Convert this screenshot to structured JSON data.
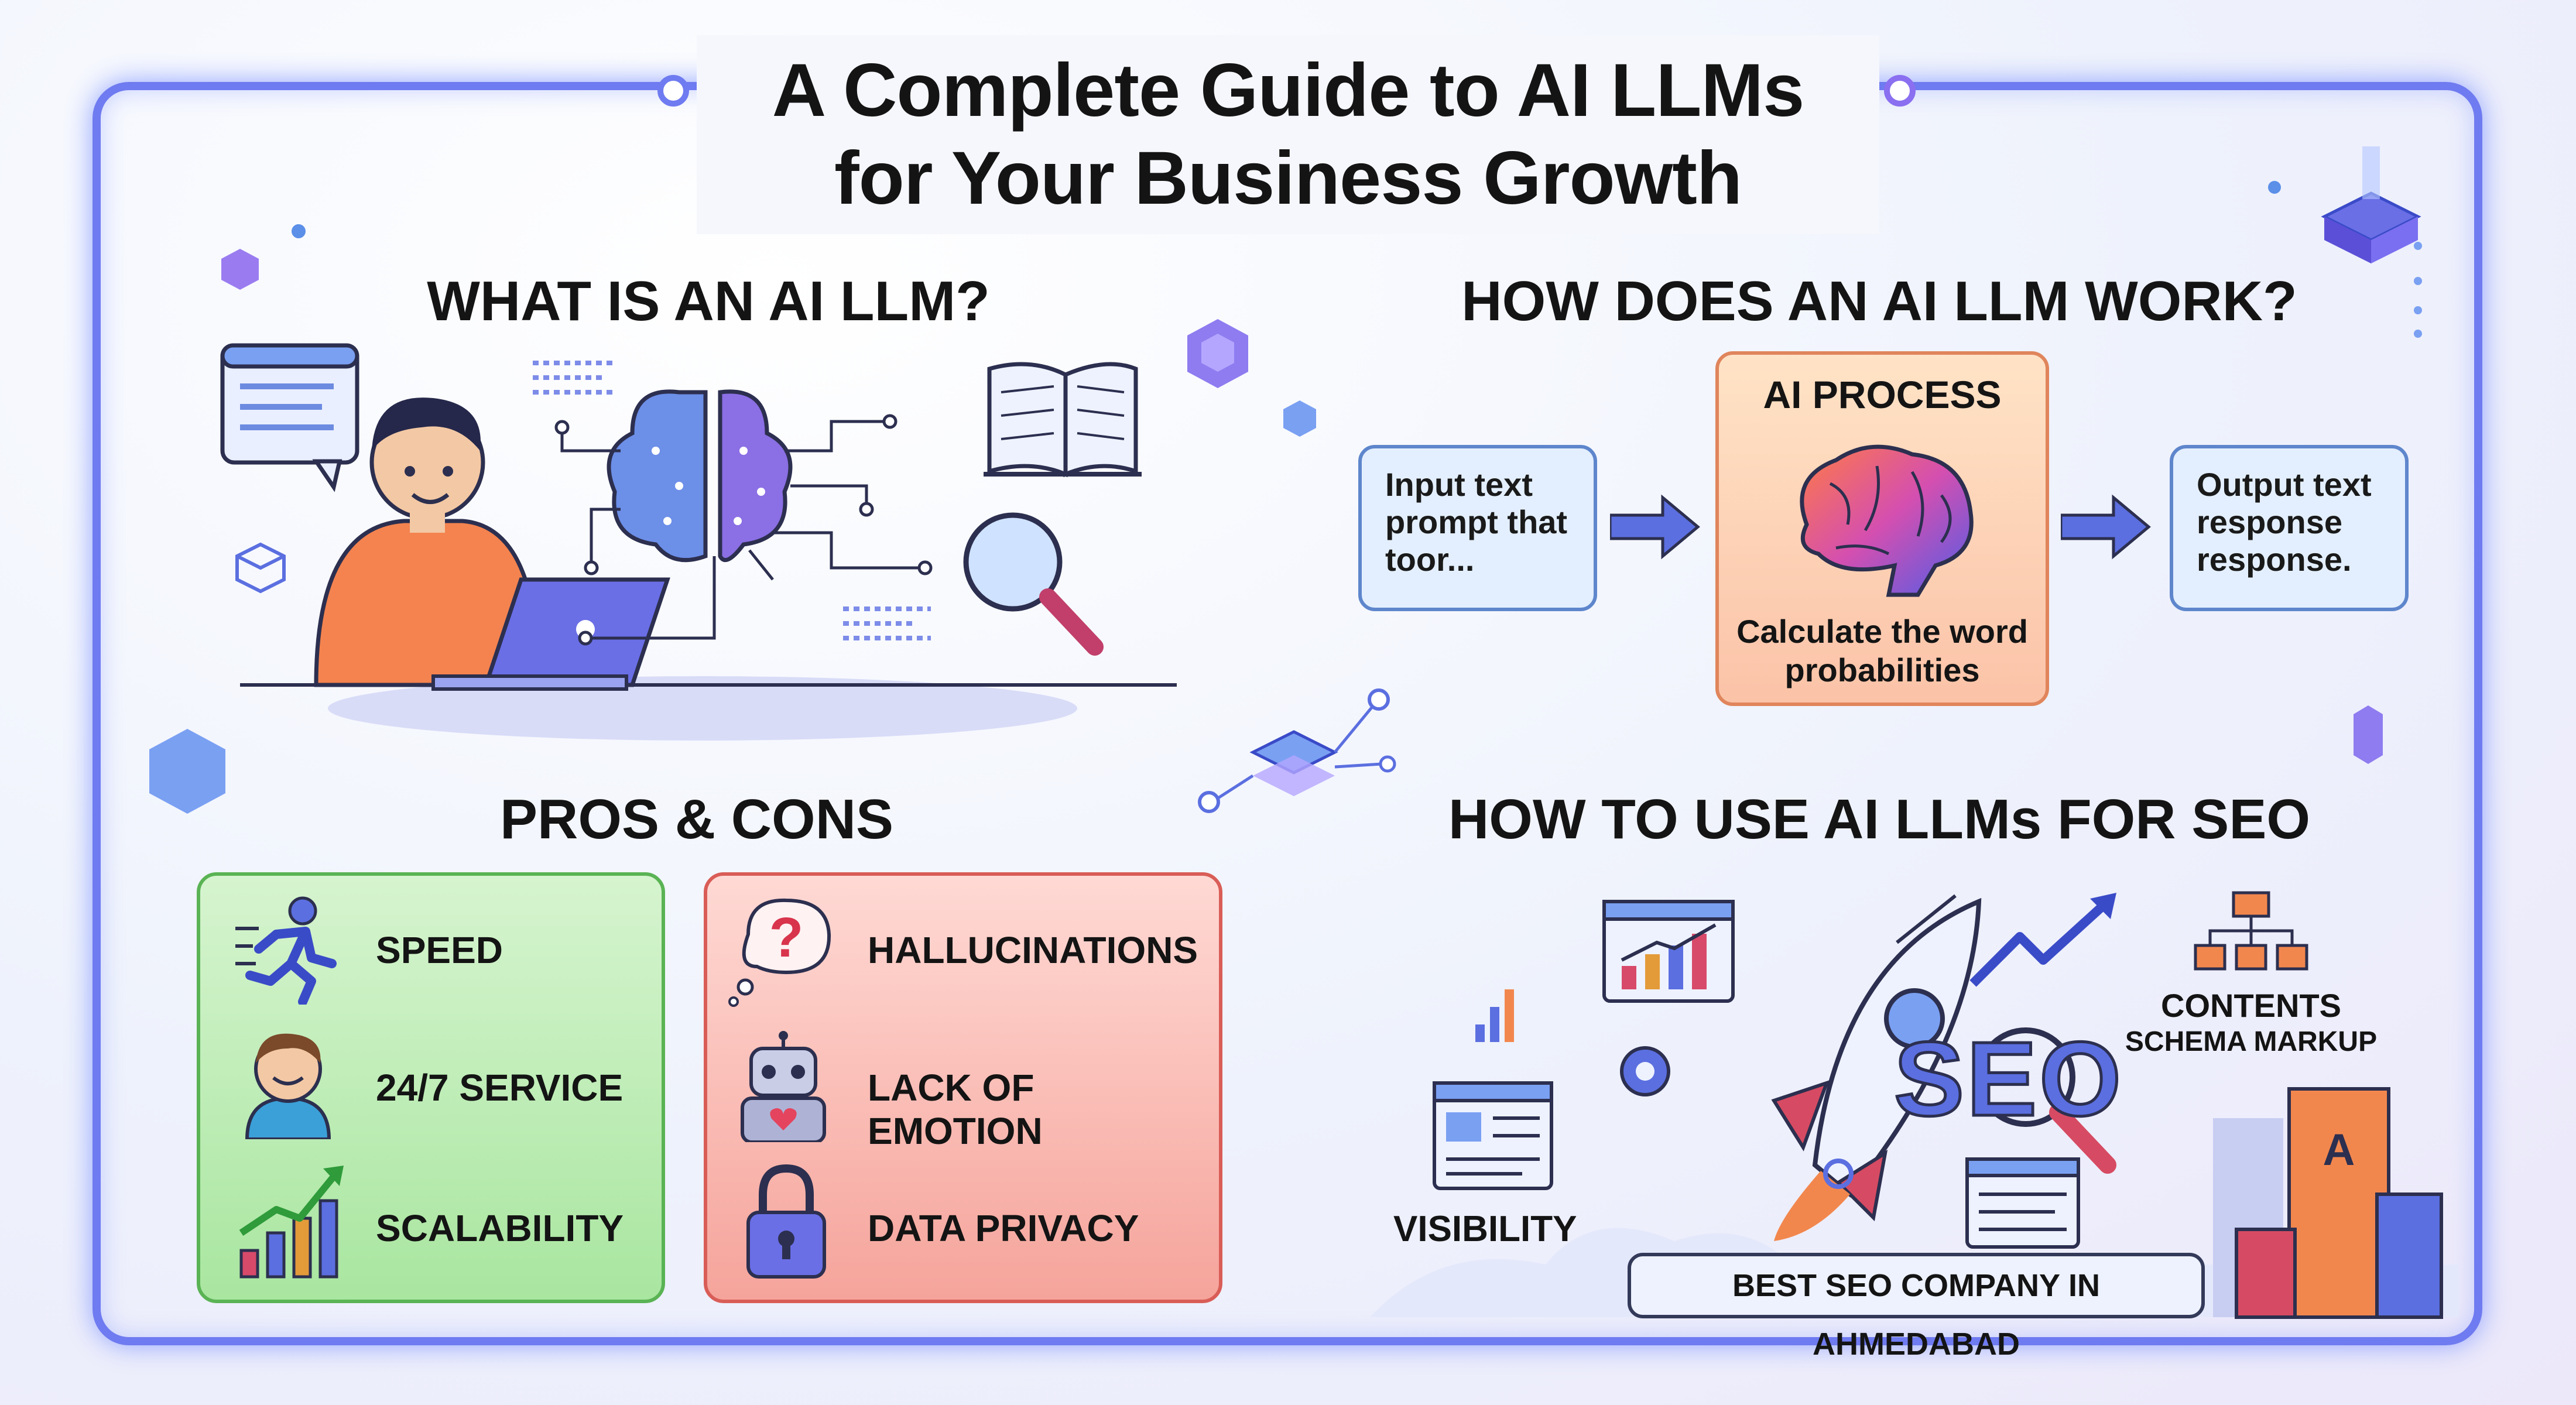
{
  "title": {
    "line1": "A Complete Guide to AI LLMs",
    "line2": "for Your Business Growth"
  },
  "sections": {
    "what_is": {
      "heading": "WHAT IS AN AI LLM?"
    },
    "how_it_works": {
      "heading": "HOW DOES AN AI LLM WORK?",
      "input_text": "Input text prompt that toor...",
      "process_title": "AI PROCESS",
      "process_caption": "Calculate the word probabilities",
      "output_text": "Output text response response."
    },
    "pros_cons": {
      "heading": "PROS & CONS",
      "pros": [
        {
          "label": "SPEED",
          "icon": "running-person-icon"
        },
        {
          "label": "24/7 SERVICE",
          "icon": "support-agent-icon"
        },
        {
          "label": "SCALABILITY",
          "icon": "growth-chart-icon"
        }
      ],
      "cons": [
        {
          "label": "HALLUCINATIONS",
          "icon": "question-bubble-icon"
        },
        {
          "label": "LACK OF EMOTION",
          "icon": "robot-icon"
        },
        {
          "label": "DATA PRIVACY",
          "icon": "padlock-icon"
        }
      ]
    },
    "seo": {
      "heading": "HOW TO USE AI LLMs FOR SEO",
      "seo_word": "SEO",
      "contents_label": "CONTENTS",
      "schema_label": "SCHEMA MARKUP",
      "visibility_label": "VISIBILITY",
      "company_label": "BEST SEO COMPANY IN AHMEDABAD"
    }
  },
  "colors": {
    "frame": "#6f7bf0",
    "pros_bg": "#a9e6a0",
    "cons_bg": "#f5a49b",
    "process_bg": "#fbc3a8",
    "flow_box_bg": "#e3efff",
    "arrow": "#5b6fe0"
  }
}
